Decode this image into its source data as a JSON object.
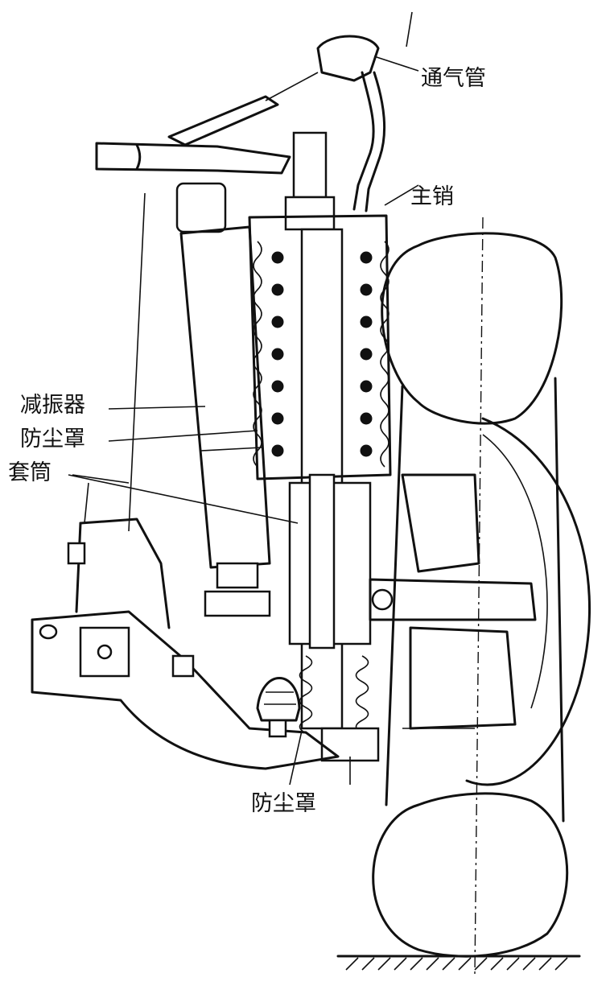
{
  "labels": {
    "vent_pipe": "通气管",
    "kingpin": "主销",
    "shock_absorber": "减振器",
    "dust_cover_upper": "防尘罩",
    "sleeve": "套筒",
    "dust_cover_lower": "防尘罩"
  },
  "colors": {
    "ink": "#111111",
    "paper": "#ffffff"
  }
}
